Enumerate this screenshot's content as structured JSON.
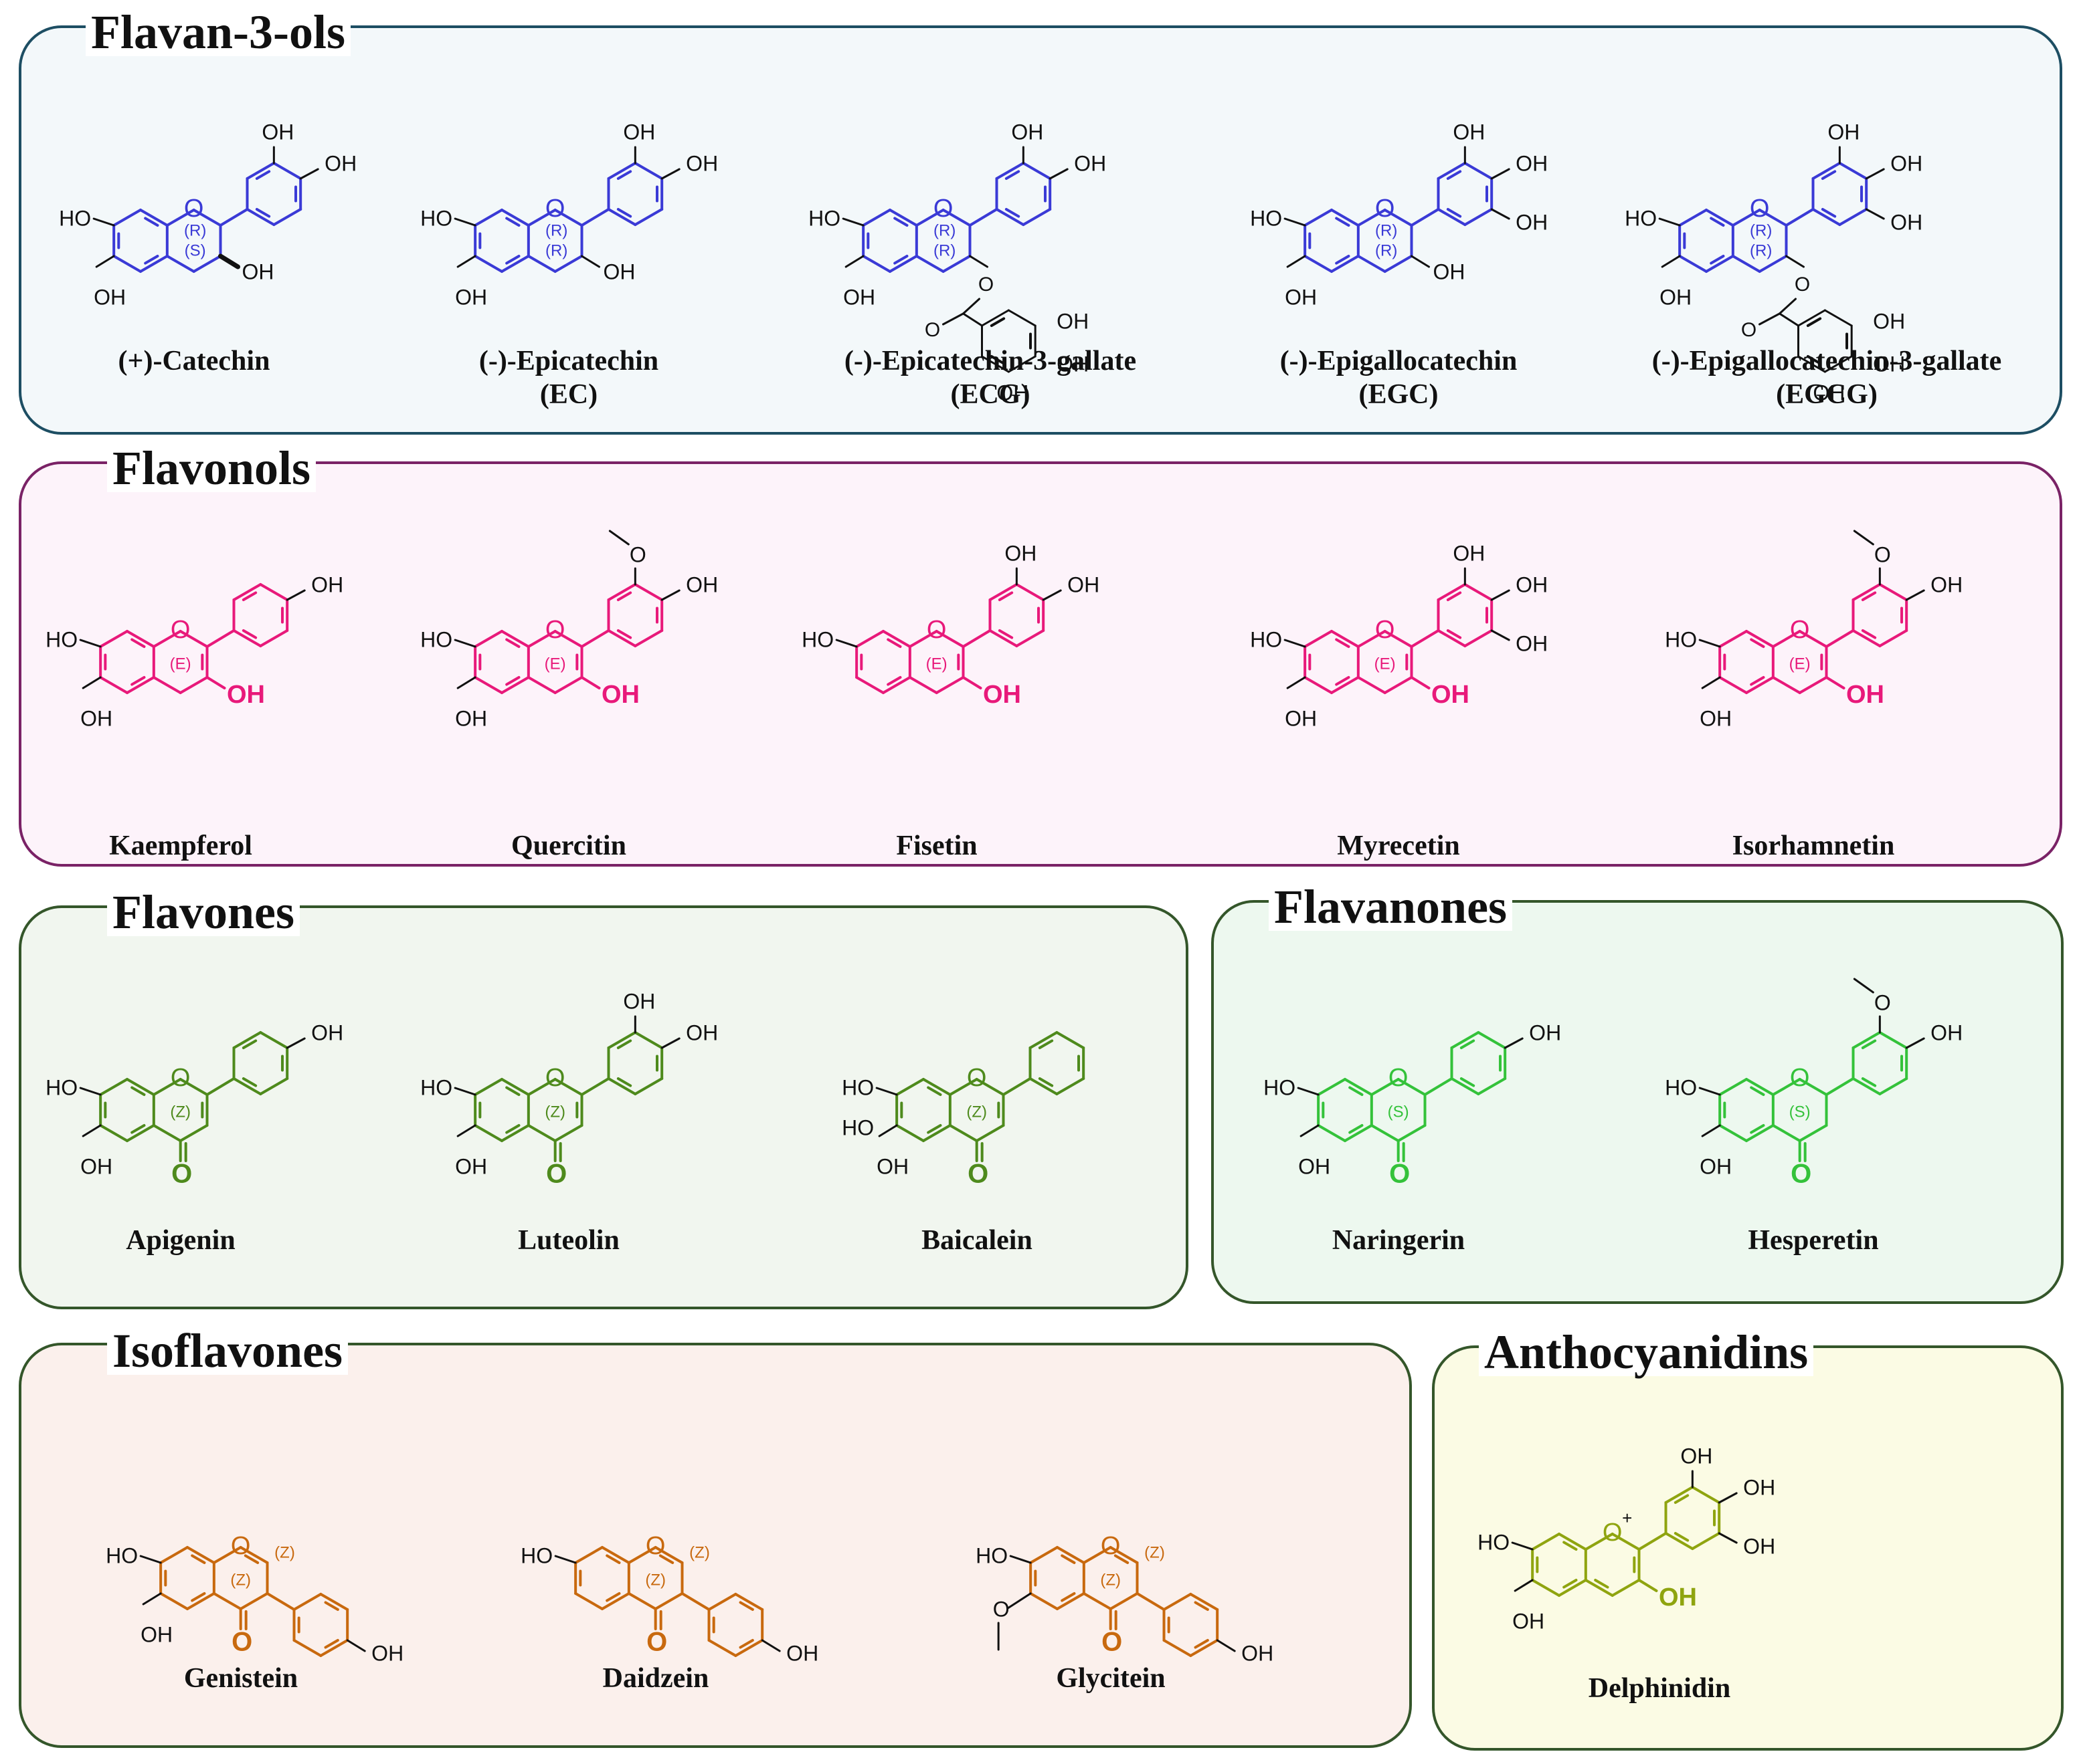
{
  "colors": {
    "flavan3ols": {
      "border": "#1d4e63",
      "bg": "#f3f8fa",
      "core": "#3a3ad6"
    },
    "flavonols": {
      "border": "#7a2266",
      "bg": "#fdf3fa",
      "core": "#e8197a"
    },
    "flavones": {
      "border": "#34562a",
      "bg": "#f1f6ef",
      "core": "#4e8a1c"
    },
    "flavanones": {
      "border": "#34562a",
      "bg": "#edf8ef",
      "core": "#34c23a"
    },
    "isoflavones": {
      "border": "#34562a",
      "bg": "#fbf0ec",
      "core": "#c8690e"
    },
    "anthocyanidins": {
      "border": "#34562a",
      "bg": "#fbfbe4",
      "core": "#8fa40f"
    }
  },
  "groups": [
    {
      "id": "flavan3ols",
      "title": "Flavan-3-ols",
      "compounds": [
        {
          "name": "(+)-Catechin",
          "abbr": "",
          "type": "flavanol",
          "b": "34",
          "gallate": false,
          "desc": [
            "(R)",
            "(S)"
          ],
          "bold3": true
        },
        {
          "name": "(-)-Epicatechin",
          "abbr": "(EC)",
          "type": "flavanol",
          "b": "34",
          "gallate": false,
          "desc": [
            "(R)",
            "(R)"
          ],
          "bold3": false
        },
        {
          "name": "(-)-Epicatechin-3-gallate",
          "abbr": "(ECG)",
          "type": "flavanol",
          "b": "34",
          "gallate": true,
          "desc": [
            "(R)",
            "(R)"
          ],
          "bold3": false
        },
        {
          "name": "(-)-Epigallocatechin",
          "abbr": "(EGC)",
          "type": "flavanol",
          "b": "345",
          "gallate": false,
          "desc": [
            "(R)",
            "(R)"
          ],
          "bold3": false
        },
        {
          "name": "(-)-Epigallocatechin-3-gallate",
          "abbr": "(EGCG)",
          "type": "flavanol",
          "b": "345",
          "gallate": true,
          "desc": [
            "(R)",
            "(R)"
          ],
          "bold3": false
        }
      ]
    },
    {
      "id": "flavonols",
      "title": "Flavonols",
      "compounds": [
        {
          "name": "Kaempferol",
          "abbr": "",
          "type": "flavonol",
          "b": "4",
          "a5": true,
          "desc": [
            "(E)"
          ]
        },
        {
          "name": "Quercitin",
          "abbr": "",
          "type": "flavonol",
          "b": "34m",
          "a5": true,
          "desc": [
            "(E)"
          ]
        },
        {
          "name": "Fisetin",
          "abbr": "",
          "type": "flavonol",
          "b": "34",
          "a5": false,
          "desc": [
            "(E)"
          ]
        },
        {
          "name": "Myrecetin",
          "abbr": "",
          "type": "flavonol",
          "b": "345",
          "a5": true,
          "desc": [
            "(E)"
          ]
        },
        {
          "name": "Isorhamnetin",
          "abbr": "",
          "type": "flavonol",
          "b": "34m",
          "a5": true,
          "desc": [
            "(E)"
          ]
        }
      ]
    },
    {
      "id": "flavones",
      "title": "Flavones",
      "compounds": [
        {
          "name": "Apigenin",
          "abbr": "",
          "type": "flavone",
          "b": "4",
          "desc": [
            "(Z)"
          ]
        },
        {
          "name": "Luteolin",
          "abbr": "",
          "type": "flavone",
          "b": "34",
          "desc": [
            "(Z)"
          ]
        },
        {
          "name": "Baicalein",
          "abbr": "",
          "type": "flavone",
          "b": "",
          "a6": true,
          "desc": [
            "(Z)"
          ]
        }
      ]
    },
    {
      "id": "flavanones",
      "title": "Flavanones",
      "compounds": [
        {
          "name": "Naringerin",
          "abbr": "",
          "type": "flavanone",
          "b": "4",
          "desc": [
            "(S)"
          ]
        },
        {
          "name": "Hesperetin",
          "abbr": "",
          "type": "flavanone",
          "b": "34m",
          "desc": [
            "(S)"
          ]
        }
      ]
    },
    {
      "id": "isoflavones",
      "title": "Isoflavones",
      "compounds": [
        {
          "name": "Genistein",
          "abbr": "",
          "type": "isoflavone",
          "a5": true,
          "a6m": false,
          "desc": [
            "(Z)"
          ]
        },
        {
          "name": "Daidzein",
          "abbr": "",
          "type": "isoflavone",
          "a5": false,
          "a6m": false,
          "desc": [
            "(Z)"
          ]
        },
        {
          "name": "Glycitein",
          "abbr": "",
          "type": "isoflavone",
          "a5": false,
          "a6m": true,
          "desc": [
            "(Z)"
          ]
        }
      ]
    },
    {
      "id": "anthocyanidins",
      "title": "Anthocyanidins",
      "compounds": [
        {
          "name": "Delphinidin",
          "abbr": "",
          "type": "anthocyanidin",
          "b": "345",
          "desc": []
        }
      ]
    }
  ]
}
